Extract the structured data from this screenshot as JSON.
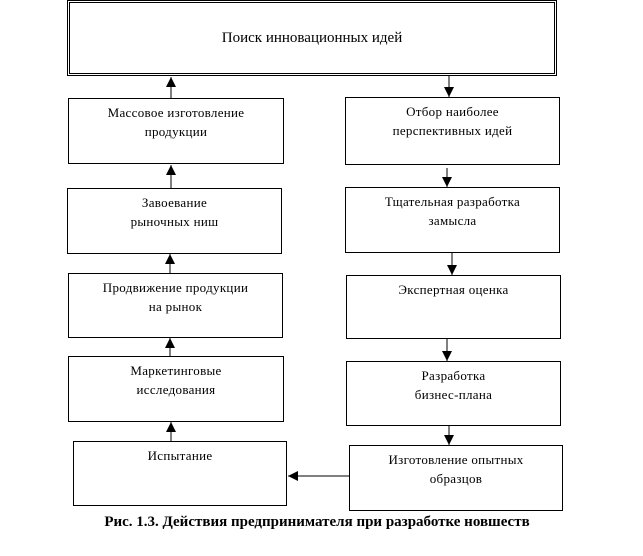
{
  "title": "Поиск инновационных идей",
  "left_column": [
    "Массовое изготовление\nпродукции",
    "Завоевание\nрыночных ниш",
    "Продвижение  продукции\nна рынок",
    "Маркетинговые\nисследования",
    "Испытание"
  ],
  "right_column": [
    "Отбор наиболее\nперспективных  идей",
    "Тщательная разработка\nзамысла",
    "Экспертная оценка",
    "Разработка\nбизнес-плана",
    "Изготовление опытных\nобразцов"
  ],
  "caption": "Рис. 1.3. Действия предпринимателя при разработке новшеств"
}
